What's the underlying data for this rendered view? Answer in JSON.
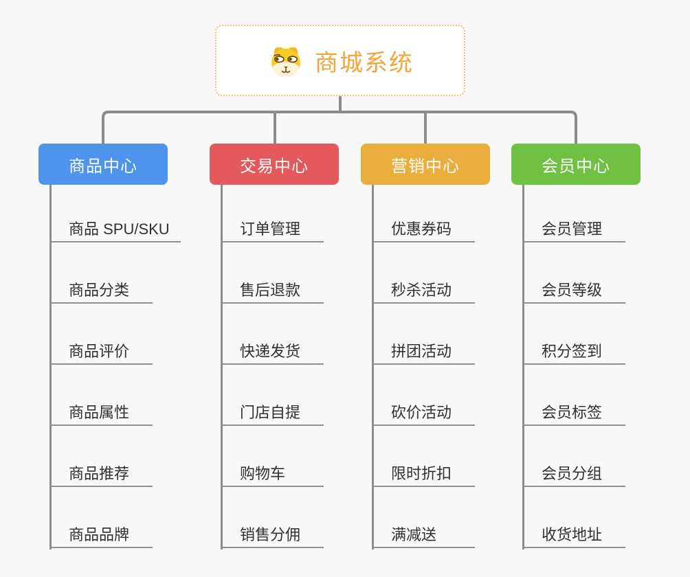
{
  "page": {
    "background_color": "#F8F8F8"
  },
  "connectors": {
    "tree_color": "#8C8C8C",
    "underline_color": "#8F8F8F"
  },
  "root": {
    "title": "商城系统",
    "icon": "dog-face-icon",
    "title_color": "#F0A63C",
    "border_color": "#F2BE74",
    "background": "#FFFFFF"
  },
  "branches": [
    {
      "label": "商品中心",
      "color": "#4E94EC",
      "children": [
        "商品 SPU/SKU",
        "商品分类",
        "商品评价",
        "商品属性",
        "商品推荐",
        "商品品牌"
      ]
    },
    {
      "label": "交易中心",
      "color": "#E45A5C",
      "children": [
        "订单管理",
        "售后退款",
        "快递发货",
        "门店自提",
        "购物车",
        "销售分佣"
      ]
    },
    {
      "label": "营销中心",
      "color": "#EBAD3C",
      "children": [
        "优惠券码",
        "秒杀活动",
        "拼团活动",
        "砍价活动",
        "限时折扣",
        "满减送"
      ]
    },
    {
      "label": "会员中心",
      "color": "#6FC043",
      "children": [
        "会员管理",
        "会员等级",
        "积分签到",
        "会员标签",
        "会员分组",
        "收货地址"
      ]
    }
  ],
  "leaf_text_color": "#303030"
}
